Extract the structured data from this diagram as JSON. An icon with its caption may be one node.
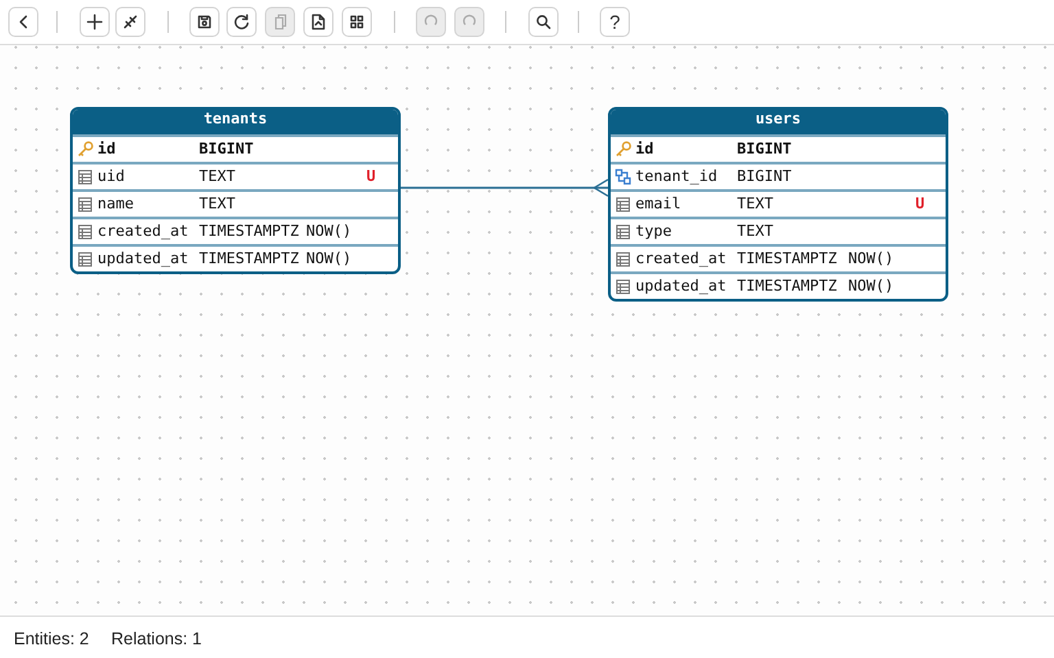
{
  "diagram": {
    "nodes": [
      {
        "text": [
          "tenants"
        ]
      },
      {
        "text": [
          "id",
          "BIGINT"
        ],
        "in": 0
      },
      {
        "text": [
          "uid",
          "TEXT",
          "U"
        ],
        "in": 0
      },
      {
        "text": [
          "name",
          "TEXT"
        ],
        "in": 0
      },
      {
        "text": [
          "created_at",
          "TIMESTAMPTZ",
          "NOW()"
        ],
        "in": 0
      },
      {
        "text": [
          "updated_at",
          "TIMESTAMPTZ",
          "NOW()"
        ],
        "in": 0
      },
      {
        "text": [
          "users"
        ]
      },
      {
        "text": [
          "id",
          "BIGINT"
        ],
        "in": 6
      },
      {
        "text": [
          "tenant_id",
          "BIGINT"
        ],
        "in": 6
      },
      {
        "text": [
          "email",
          "TEXT",
          "U"
        ],
        "in": 6
      },
      {
        "text": [
          "type",
          "TEXT"
        ],
        "in": 6
      },
      {
        "text": [
          "created_at",
          "TIMESTAMPTZ",
          "NOW()"
        ],
        "in": 6
      },
      {
        "text": [
          "updated_at",
          "TIMESTAMPTZ",
          "NOW()"
        ],
        "in": 6
      }
    ],
    "edges": [
      {
        "from": 0,
        "to": 6,
        "arrow": "other"
      }
    ],
    "labels": [
      "?",
      "Entities: 2",
      "Relations: 1"
    ]
  }
}
